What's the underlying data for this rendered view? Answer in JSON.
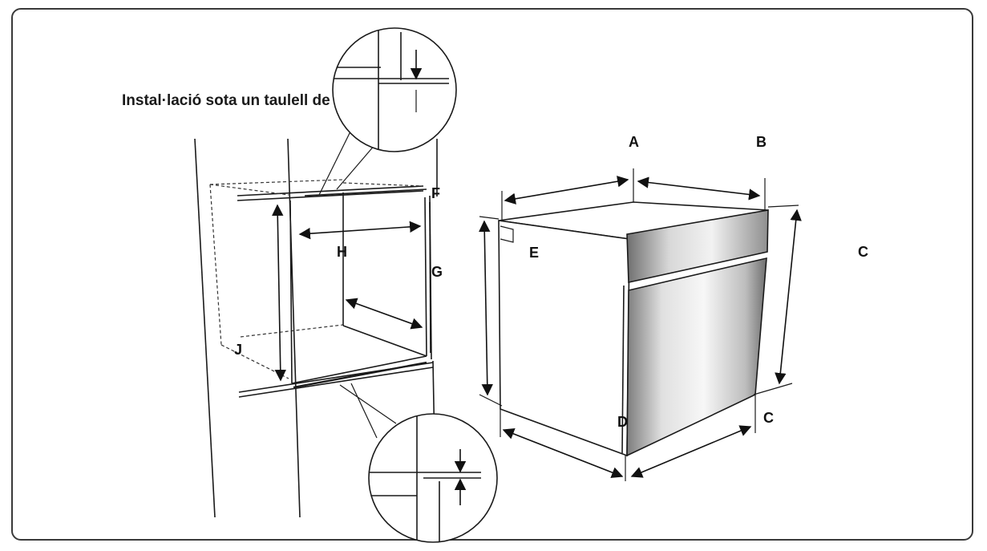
{
  "title": "Instal·lació sota un taulell de cuina",
  "labels": {
    "A": "A",
    "B": "B",
    "C_right": "C",
    "C_bottom": "C",
    "D": "D",
    "E": "E",
    "F": "F",
    "G": "G",
    "H": "H",
    "J": "J"
  },
  "colors": {
    "line": "#1a1a1a",
    "frame": "#3a3a3a",
    "oven_body": "#ffffff",
    "door_light": "#f2f2f2",
    "door_dark": "#8a8a8a"
  }
}
